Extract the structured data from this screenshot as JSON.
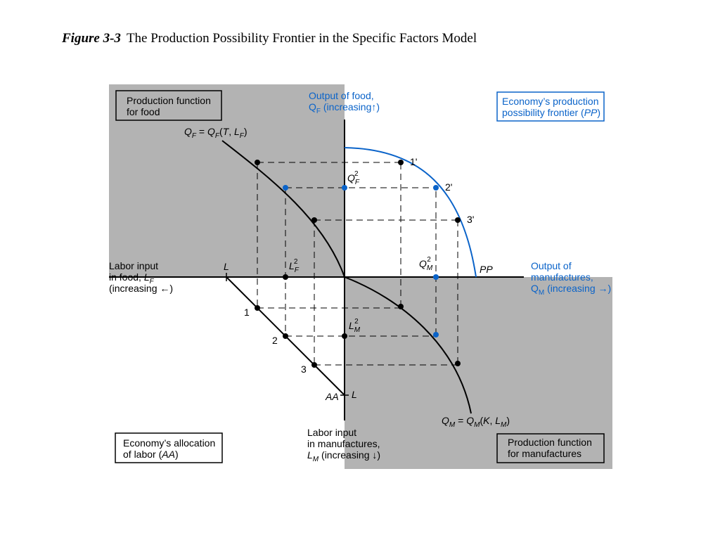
{
  "figure": {
    "number": "Figure 3-3",
    "title": "The Production Possibility Frontier in the Specific Factors Model"
  },
  "boxes": {
    "food_function": [
      "Production function",
      "for food"
    ],
    "allocation": [
      "Economy’s allocation",
      "of labor (",
      "AA",
      ")"
    ],
    "manufactures_function": [
      "Production function",
      "for manufactures"
    ],
    "ppf": [
      "Economy’s production",
      "possibility frontier (",
      "PP",
      ")"
    ]
  },
  "axes": {
    "food_output": {
      "line1": "Output of food,",
      "line2_main": "Q",
      "line2_sub": "F",
      "line2_tail": " (increasing↑)"
    },
    "manufactures_output": {
      "line1": "Output of",
      "line2": "manufactures,",
      "line3_main": "Q",
      "line3_sub": "M",
      "line3_tail": " (increasing →)"
    },
    "labor_food": {
      "line1": "Labor input",
      "line2_text": "in food, ",
      "line2_var": "L",
      "line2_sub": "F",
      "line3": "(increasing ←)"
    },
    "labor_manufactures": {
      "line1": "Labor input",
      "line2": "in manufactures,",
      "line3_var": "L",
      "line3_sub": "M",
      "line3_tail": " (increasing ↓)"
    }
  },
  "equations": {
    "food": {
      "lhs": "Q",
      "lhs_sub": "F",
      "eq": " = ",
      "fn": "Q",
      "fn_sub": "F",
      "open": "(",
      "a": "T",
      "comma": ", ",
      "b": "L",
      "b_sub": "F",
      "close": ")"
    },
    "manufactures": {
      "lhs": "Q",
      "lhs_sub": "M",
      "eq": " = ",
      "fn": "Q",
      "fn_sub": "M",
      "open": "(",
      "a": "K",
      "comma": ", ",
      "b": "L",
      "b_sub": "M",
      "close": ")"
    }
  },
  "labels": {
    "pp": "PP",
    "aa": "AA",
    "L": "L",
    "QF2": {
      "main": "Q",
      "sub": "F",
      "sup": "2"
    },
    "QM2": {
      "main": "Q",
      "sub": "M",
      "sup": "2"
    },
    "LF2": {
      "main": "L",
      "sub": "F",
      "sup": "2"
    },
    "LM2": {
      "main": "L",
      "sub": "M",
      "sup": "2"
    },
    "points_ppf": [
      "1'",
      "2'",
      "3'"
    ],
    "points_aa": [
      "1",
      "2",
      "3"
    ]
  },
  "colors": {
    "shade": "#b3b3b3",
    "ppf_curve": "#0a63c9",
    "highlight_point": "#0a63c9",
    "black": "#000000"
  }
}
